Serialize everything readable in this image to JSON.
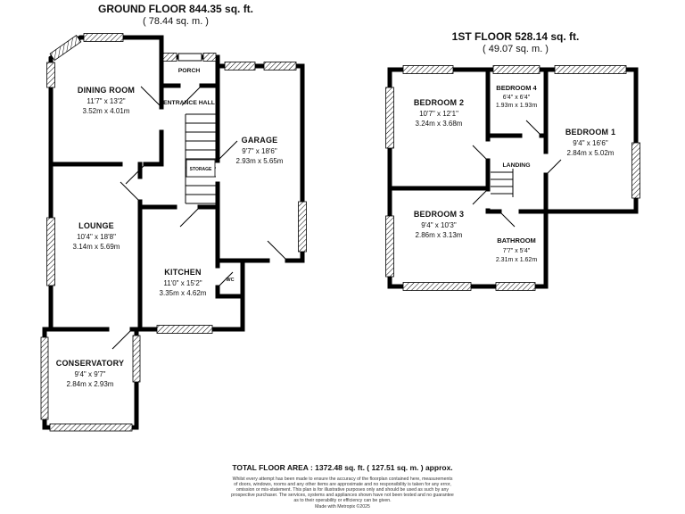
{
  "colors": {
    "walls": "#000000",
    "text": "#111111",
    "background": "#ffffff"
  },
  "ground": {
    "title": "GROUND FLOOR 844.35 sq. ft.",
    "subtitle": "( 78.44 sq. m. )",
    "rooms": {
      "dining": {
        "name": "DINING ROOM",
        "ft": "11'7\" x 13'2\"",
        "m": "3.52m x 4.01m"
      },
      "porch": {
        "name": "PORCH"
      },
      "hall": {
        "name": "ENTRANCE HALL"
      },
      "storage": {
        "name": "STORAGE"
      },
      "garage": {
        "name": "GARAGE",
        "ft": "9'7\" x 18'6\"",
        "m": "2.93m x 5.65m"
      },
      "lounge": {
        "name": "LOUNGE",
        "ft": "10'4\" x 18'8\"",
        "m": "3.14m x 5.69m"
      },
      "kitchen": {
        "name": "KITCHEN",
        "ft": "11'0\" x 15'2\"",
        "m": "3.35m x 4.62m"
      },
      "wc": {
        "name": "WC"
      },
      "conservatory": {
        "name": "CONSERVATORY",
        "ft": "9'4\" x 9'7\"",
        "m": "2.84m x 2.93m"
      }
    }
  },
  "first": {
    "title": "1ST FLOOR 528.14 sq. ft.",
    "subtitle": "( 49.07 sq. m. )",
    "rooms": {
      "bedroom2": {
        "name": "BEDROOM 2",
        "ft": "10'7\" x 12'1\"",
        "m": "3.24m x 3.68m"
      },
      "bedroom4": {
        "name": "BEDROOM 4",
        "ft": "6'4\" x 6'4\"",
        "m": "1.93m x 1.93m"
      },
      "bedroom1": {
        "name": "BEDROOM 1",
        "ft": "9'4\" x 16'6\"",
        "m": "2.84m x 5.02m"
      },
      "landing": {
        "name": "LANDING"
      },
      "bedroom3": {
        "name": "BEDROOM 3",
        "ft": "9'4\" x 10'3\"",
        "m": "2.86m x 3.13m"
      },
      "bathroom": {
        "name": "BATHROOM",
        "ft": "7'7\" x 5'4\"",
        "m": "2.31m x 1.62m"
      }
    }
  },
  "footer": {
    "total": "TOTAL FLOOR AREA : 1372.48 sq. ft. ( 127.51 sq. m. ) approx.",
    "disclaimer": [
      "Whilst every attempt has been made to ensure the accuracy of the floorplan contained here, measurements",
      "of doors, windows, rooms and any other items are approximate and no responsibility is taken for any error,",
      "omission or mis-statement. This plan is for illustrative purposes only and should be used as such by any",
      "prospective purchaser. The services, systems and appliances shown have not been tested and no guarantee",
      "as to their operability or efficiency can be given."
    ],
    "credit": "Made with Metropix ©2025"
  }
}
